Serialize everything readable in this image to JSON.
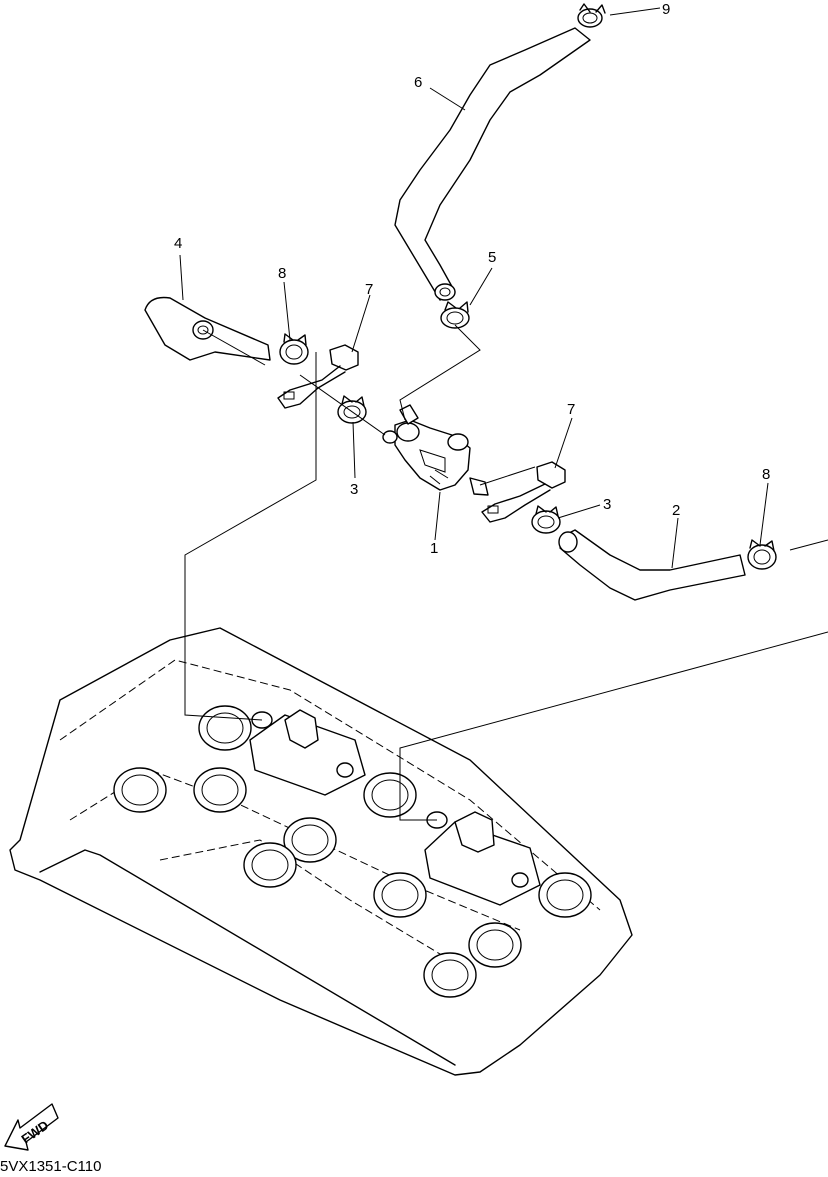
{
  "diagram_code": "5VX1351-C110",
  "fwd_label": "FWD",
  "callouts": [
    "1",
    "2",
    "3",
    "3",
    "4",
    "5",
    "6",
    "7",
    "7",
    "8",
    "8",
    "9"
  ]
}
